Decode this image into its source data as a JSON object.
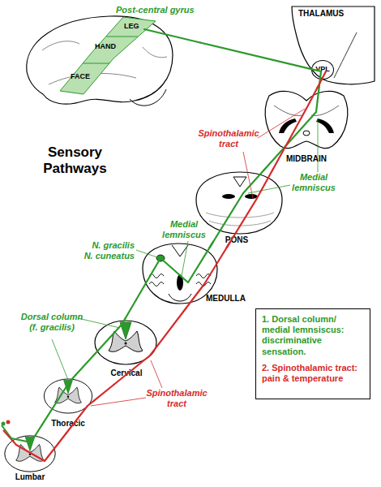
{
  "diagram": {
    "title": "Sensory Pathways",
    "nodes": [
      {
        "text": [
          "Post-central gyrus",
          "LEG",
          "HAND",
          "FACE"
        ]
      },
      {
        "text": [
          "THALAMUS"
        ]
      },
      {
        "text": [
          "VPL"
        ],
        "in": 1
      },
      {
        "text": [
          "MIDBRAIN"
        ]
      },
      {
        "text": [
          "PONS"
        ]
      },
      {
        "text": [
          "MEDULLA"
        ]
      },
      {
        "text": [
          "1. Dorsal column/ medial lemnsiscus: discriminative sensation.",
          "2. Spinothalamic tract: pain & temperature"
        ]
      },
      {
        "text": [
          "Cervical"
        ]
      },
      {
        "text": [
          "Thoracic"
        ]
      },
      {
        "text": [
          "Lumbar"
        ]
      }
    ],
    "edges": [
      {
        "from": 9,
        "to": 8,
        "arrow": "none"
      },
      {
        "from": 8,
        "to": 7,
        "arrow": "none"
      },
      {
        "from": 7,
        "to": 5,
        "arrow": "none"
      },
      {
        "from": 5,
        "to": 4,
        "arrow": "none"
      },
      {
        "from": 4,
        "to": 3,
        "arrow": "none"
      },
      {
        "from": 3,
        "to": 2,
        "arrow": "none"
      },
      {
        "from": 2,
        "to": 0,
        "arrow": "none"
      },
      {
        "from": 9,
        "to": 8,
        "arrow": "none"
      },
      {
        "from": 8,
        "to": 7,
        "arrow": "none"
      },
      {
        "from": 7,
        "to": 5,
        "arrow": "none"
      },
      {
        "from": 5,
        "to": 4,
        "arrow": "none"
      },
      {
        "from": 4,
        "to": 3,
        "arrow": "none"
      },
      {
        "from": 3,
        "to": 2,
        "arrow": "none"
      }
    ],
    "labels": [
      "Spinothalamic tract",
      "Medial lemniscus",
      "Medial lemniscus",
      "N. gracilis N. cuneatus",
      "Dorsal column (f. gracilis)",
      "Spinothalamic tract"
    ]
  }
}
